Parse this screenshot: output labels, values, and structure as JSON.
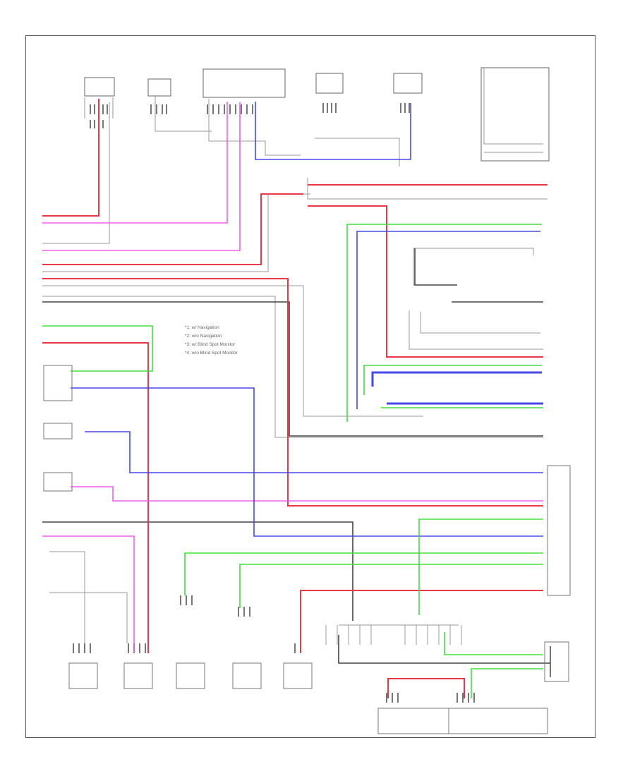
{
  "diagram": {
    "figure_id": "",
    "legend": [
      "*1: w/ Navigation",
      "*2: w/o Navigation",
      "*3: w/ Blind Spot Monitor",
      "*4: w/o Blind Spot Monitor"
    ],
    "colors": {
      "red": "#e8384a",
      "pink": "#f060e8",
      "blue": "#4848e8",
      "light_blue": "#8080ff",
      "green": "#40e040",
      "gray": "#999999",
      "black": "#444444"
    }
  }
}
